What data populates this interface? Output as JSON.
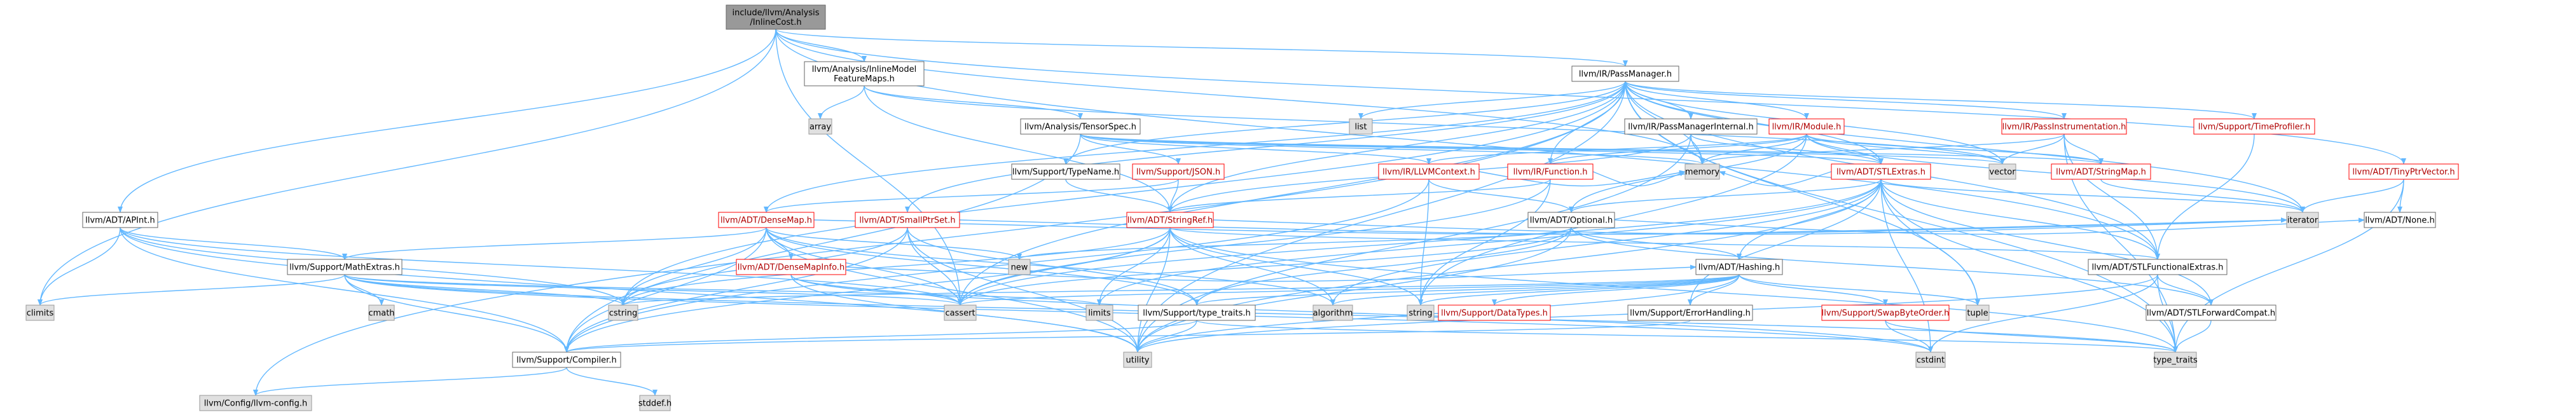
{
  "colors": {
    "edge": "#63b8ff",
    "node_border": "#666666",
    "node_fill": "#ffffff",
    "system_fill": "#e0e0e0",
    "system_border": "#999999",
    "root_fill": "#999999",
    "root_border": "#666666",
    "incomplete_border": "#ff0000",
    "incomplete_text": "#b00000"
  },
  "nodes": [
    {
      "id": "root",
      "lines": [
        "include/llvm/Analysis",
        "/InlineCost.h"
      ],
      "kind": "root"
    },
    {
      "id": "ifm",
      "lines": [
        "llvm/Analysis/InlineModel",
        "FeatureMaps.h"
      ],
      "kind": "plain"
    },
    {
      "id": "pm",
      "lines": [
        "llvm/IR/PassManager.h"
      ],
      "kind": "plain"
    },
    {
      "id": "array",
      "lines": [
        "array"
      ],
      "kind": "system"
    },
    {
      "id": "tspec",
      "lines": [
        "llvm/Analysis/TensorSpec.h"
      ],
      "kind": "plain"
    },
    {
      "id": "list",
      "lines": [
        "list"
      ],
      "kind": "system"
    },
    {
      "id": "pmi",
      "lines": [
        "llvm/IR/PassManagerInternal.h"
      ],
      "kind": "plain"
    },
    {
      "id": "module",
      "lines": [
        "llvm/IR/Module.h"
      ],
      "kind": "red"
    },
    {
      "id": "passinst",
      "lines": [
        "llvm/IR/PassInstrumentation.h"
      ],
      "kind": "red"
    },
    {
      "id": "tprof",
      "lines": [
        "llvm/Support/TimeProfiler.h"
      ],
      "kind": "red"
    },
    {
      "id": "vector",
      "lines": [
        "vector"
      ],
      "kind": "system"
    },
    {
      "id": "stringmap",
      "lines": [
        "llvm/ADT/StringMap.h"
      ],
      "kind": "red"
    },
    {
      "id": "typename",
      "lines": [
        "llvm/Support/TypeName.h"
      ],
      "kind": "plain"
    },
    {
      "id": "json",
      "lines": [
        "llvm/Support/JSON.h"
      ],
      "kind": "red"
    },
    {
      "id": "llvmctx",
      "lines": [
        "llvm/IR/LLVMContext.h"
      ],
      "kind": "red"
    },
    {
      "id": "function",
      "lines": [
        "llvm/IR/Function.h"
      ],
      "kind": "red"
    },
    {
      "id": "stlextras",
      "lines": [
        "llvm/ADT/STLExtras.h"
      ],
      "kind": "red"
    },
    {
      "id": "memory",
      "lines": [
        "memory"
      ],
      "kind": "system"
    },
    {
      "id": "tinyptr",
      "lines": [
        "llvm/ADT/TinyPtrVector.h"
      ],
      "kind": "red"
    },
    {
      "id": "apint",
      "lines": [
        "llvm/ADT/APInt.h"
      ],
      "kind": "plain"
    },
    {
      "id": "densemap",
      "lines": [
        "llvm/ADT/DenseMap.h"
      ],
      "kind": "red"
    },
    {
      "id": "smallptrset",
      "lines": [
        "llvm/ADT/SmallPtrSet.h"
      ],
      "kind": "red"
    },
    {
      "id": "stringref",
      "lines": [
        "llvm/ADT/StringRef.h"
      ],
      "kind": "red"
    },
    {
      "id": "optional",
      "lines": [
        "llvm/ADT/Optional.h"
      ],
      "kind": "plain"
    },
    {
      "id": "iterator",
      "lines": [
        "iterator"
      ],
      "kind": "system"
    },
    {
      "id": "none",
      "lines": [
        "llvm/ADT/None.h"
      ],
      "kind": "plain"
    },
    {
      "id": "mathextras",
      "lines": [
        "llvm/Support/MathExtras.h"
      ],
      "kind": "plain"
    },
    {
      "id": "densemapinfo",
      "lines": [
        "llvm/ADT/DenseMapInfo.h"
      ],
      "kind": "red"
    },
    {
      "id": "new",
      "lines": [
        "new"
      ],
      "kind": "system"
    },
    {
      "id": "hashing",
      "lines": [
        "llvm/ADT/Hashing.h"
      ],
      "kind": "plain"
    },
    {
      "id": "stlfunc",
      "lines": [
        "llvm/ADT/STLFunctionalExtras.h"
      ],
      "kind": "plain"
    },
    {
      "id": "climits",
      "lines": [
        "climits"
      ],
      "kind": "system"
    },
    {
      "id": "cmath",
      "lines": [
        "cmath"
      ],
      "kind": "system"
    },
    {
      "id": "cstring",
      "lines": [
        "cstring"
      ],
      "kind": "system"
    },
    {
      "id": "cassert",
      "lines": [
        "cassert"
      ],
      "kind": "system"
    },
    {
      "id": "limits",
      "lines": [
        "limits"
      ],
      "kind": "system"
    },
    {
      "id": "typetraitsh",
      "lines": [
        "llvm/Support/type_traits.h"
      ],
      "kind": "plain"
    },
    {
      "id": "algorithm",
      "lines": [
        "algorithm"
      ],
      "kind": "system"
    },
    {
      "id": "string",
      "lines": [
        "string"
      ],
      "kind": "system"
    },
    {
      "id": "datatypes",
      "lines": [
        "llvm/Support/DataTypes.h"
      ],
      "kind": "red"
    },
    {
      "id": "errhandling",
      "lines": [
        "llvm/Support/ErrorHandling.h"
      ],
      "kind": "plain"
    },
    {
      "id": "swapbyte",
      "lines": [
        "llvm/Support/SwapByteOrder.h"
      ],
      "kind": "red"
    },
    {
      "id": "tuple",
      "lines": [
        "tuple"
      ],
      "kind": "system"
    },
    {
      "id": "stlforward",
      "lines": [
        "llvm/ADT/STLForwardCompat.h"
      ],
      "kind": "plain"
    },
    {
      "id": "compiler",
      "lines": [
        "llvm/Support/Compiler.h"
      ],
      "kind": "plain"
    },
    {
      "id": "utility",
      "lines": [
        "utility"
      ],
      "kind": "system"
    },
    {
      "id": "cstdint",
      "lines": [
        "cstdint"
      ],
      "kind": "system"
    },
    {
      "id": "typetraits",
      "lines": [
        "type_traits"
      ],
      "kind": "system"
    },
    {
      "id": "llvmconfig",
      "lines": [
        "llvm/Config/llvm-config.h"
      ],
      "kind": "system"
    },
    {
      "id": "stddef",
      "lines": [
        "stddef.h"
      ],
      "kind": "system"
    }
  ],
  "edges": [
    [
      "root",
      "ifm"
    ],
    [
      "root",
      "pm"
    ],
    [
      "root",
      "apint"
    ],
    [
      "root",
      "climits"
    ],
    [
      "root",
      "cassert"
    ],
    [
      "root",
      "memory"
    ],
    [
      "root",
      "tinyptr"
    ],
    [
      "root",
      "stlfunc"
    ],
    [
      "ifm",
      "array"
    ],
    [
      "ifm",
      "tspec"
    ],
    [
      "ifm",
      "vector"
    ],
    [
      "ifm",
      "stringref"
    ],
    [
      "pm",
      "list"
    ],
    [
      "pm",
      "pmi"
    ],
    [
      "pm",
      "module"
    ],
    [
      "pm",
      "passinst"
    ],
    [
      "pm",
      "tprof"
    ],
    [
      "pm",
      "vector"
    ],
    [
      "pm",
      "typename"
    ],
    [
      "pm",
      "function"
    ],
    [
      "pm",
      "stlextras"
    ],
    [
      "pm",
      "densemap"
    ],
    [
      "pm",
      "smallptrset"
    ],
    [
      "pm",
      "stringref"
    ],
    [
      "pm",
      "iterator"
    ],
    [
      "pm",
      "tuple"
    ],
    [
      "pm",
      "typetraits"
    ],
    [
      "pm",
      "cassert"
    ],
    [
      "pm",
      "cstring"
    ],
    [
      "pm",
      "memory"
    ],
    [
      "pm",
      "utility"
    ],
    [
      "pm",
      "llvmconfig"
    ],
    [
      "pm",
      "stlfunc"
    ],
    [
      "tspec",
      "json"
    ],
    [
      "tspec",
      "llvmctx"
    ],
    [
      "tspec",
      "stringmap"
    ],
    [
      "tspec",
      "memory"
    ],
    [
      "tspec",
      "vector"
    ],
    [
      "tspec",
      "stlextras"
    ],
    [
      "tspec",
      "compiler"
    ],
    [
      "pmi",
      "stlextras"
    ],
    [
      "pmi",
      "stringref"
    ],
    [
      "pmi",
      "memory"
    ],
    [
      "pmi",
      "utility"
    ],
    [
      "module",
      "stlextras"
    ],
    [
      "module",
      "stringmap"
    ],
    [
      "module",
      "llvmctx"
    ],
    [
      "module",
      "function"
    ],
    [
      "module",
      "optional"
    ],
    [
      "module",
      "memory"
    ],
    [
      "module",
      "vector"
    ],
    [
      "module",
      "string"
    ],
    [
      "module",
      "iterator"
    ],
    [
      "module",
      "cstddef_skip"
    ],
    [
      "passinst",
      "stringmap"
    ],
    [
      "passinst",
      "vector"
    ],
    [
      "passinst",
      "typetraits"
    ],
    [
      "passinst",
      "stlfunc"
    ],
    [
      "passinst",
      "memory"
    ],
    [
      "tprof",
      "stlfunc"
    ],
    [
      "stringmap",
      "iterator"
    ],
    [
      "typename",
      "stringref"
    ],
    [
      "json",
      "stringref"
    ],
    [
      "json",
      "densemap"
    ],
    [
      "json",
      "cmath_skip"
    ],
    [
      "llvmctx",
      "memory"
    ],
    [
      "llvmctx",
      "string"
    ],
    [
      "llvmctx",
      "compiler"
    ],
    [
      "llvmctx",
      "optional"
    ],
    [
      "function",
      "stringref"
    ],
    [
      "function",
      "memory"
    ],
    [
      "function",
      "cassert"
    ],
    [
      "function",
      "string"
    ],
    [
      "stlextras",
      "optional"
    ],
    [
      "stlextras",
      "stlfunc"
    ],
    [
      "stlextras",
      "stlforward"
    ],
    [
      "stlextras",
      "hashing"
    ],
    [
      "stlextras",
      "iterator"
    ],
    [
      "stlextras",
      "algorithm"
    ],
    [
      "stlextras",
      "cassert"
    ],
    [
      "stlextras",
      "cstdint"
    ],
    [
      "stlextras",
      "limits"
    ],
    [
      "stlextras",
      "tuple"
    ],
    [
      "stlextras",
      "type_traits_skip"
    ],
    [
      "stlextras",
      "utility"
    ],
    [
      "stlextras",
      "typetraits"
    ],
    [
      "stlextras",
      "memory"
    ],
    [
      "stlextras",
      "errhandling"
    ],
    [
      "tinyptr",
      "none"
    ],
    [
      "tinyptr",
      "iterator"
    ],
    [
      "tinyptr",
      "typetraits"
    ],
    [
      "apint",
      "mathextras"
    ],
    [
      "apint",
      "compiler"
    ],
    [
      "apint",
      "cassert"
    ],
    [
      "apint",
      "climits"
    ],
    [
      "apint",
      "cstring"
    ],
    [
      "apint",
      "utility"
    ],
    [
      "densemap",
      "densemapinfo"
    ],
    [
      "densemap",
      "mathextras"
    ],
    [
      "densemap",
      "compiler"
    ],
    [
      "densemap",
      "algorithm"
    ],
    [
      "densemap",
      "cassert"
    ],
    [
      "densemap",
      "cstring"
    ],
    [
      "densemap",
      "iterator"
    ],
    [
      "densemap",
      "new"
    ],
    [
      "densemap",
      "utility"
    ],
    [
      "densemap",
      "typetraitsh"
    ],
    [
      "smallptrset",
      "compiler"
    ],
    [
      "smallptrset",
      "typetraitsh"
    ],
    [
      "smallptrset",
      "cassert"
    ],
    [
      "smallptrset",
      "cstring"
    ],
    [
      "smallptrset",
      "iterator"
    ],
    [
      "smallptrset",
      "utility"
    ],
    [
      "stringref",
      "stlfunc"
    ],
    [
      "stringref",
      "compiler"
    ],
    [
      "stringref",
      "algorithm"
    ],
    [
      "stringref",
      "cassert"
    ],
    [
      "stringref",
      "cstring"
    ],
    [
      "stringref",
      "limits"
    ],
    [
      "stringref",
      "string"
    ],
    [
      "stringref",
      "typetraits"
    ],
    [
      "stringref",
      "utility"
    ],
    [
      "stringref",
      "iterator"
    ],
    [
      "optional",
      "hashing"
    ],
    [
      "optional",
      "none"
    ],
    [
      "optional",
      "stlforward"
    ],
    [
      "optional",
      "typetraitsh"
    ],
    [
      "optional",
      "cassert"
    ],
    [
      "optional",
      "new"
    ],
    [
      "optional",
      "utility"
    ],
    [
      "mathextras",
      "compiler"
    ],
    [
      "mathextras",
      "cassert"
    ],
    [
      "mathextras",
      "climits"
    ],
    [
      "mathextras",
      "cmath"
    ],
    [
      "mathextras",
      "cstdint"
    ],
    [
      "mathextras",
      "cstring"
    ],
    [
      "mathextras",
      "limits"
    ],
    [
      "mathextras",
      "typetraits"
    ],
    [
      "densemapinfo",
      "hashing"
    ],
    [
      "densemapinfo",
      "cassert"
    ],
    [
      "densemapinfo",
      "cstdint"
    ],
    [
      "densemapinfo",
      "utility"
    ],
    [
      "hashing",
      "datatypes"
    ],
    [
      "hashing",
      "errhandling"
    ],
    [
      "hashing",
      "swapbyte"
    ],
    [
      "hashing",
      "typetraitsh"
    ],
    [
      "hashing",
      "algorithm"
    ],
    [
      "hashing",
      "cassert"
    ],
    [
      "hashing",
      "cstring"
    ],
    [
      "hashing",
      "string"
    ],
    [
      "hashing",
      "tuple"
    ],
    [
      "hashing",
      "utility"
    ],
    [
      "stlfunc",
      "stlforward"
    ],
    [
      "stlfunc",
      "typetraits"
    ],
    [
      "stlfunc",
      "utility"
    ],
    [
      "stlfunc",
      "cstdint"
    ],
    [
      "typetraitsh",
      "compiler"
    ],
    [
      "typetraitsh",
      "typetraits"
    ],
    [
      "typetraitsh",
      "utility"
    ],
    [
      "errhandling",
      "compiler"
    ],
    [
      "swapbyte",
      "cstdint"
    ],
    [
      "swapbyte",
      "typetraits"
    ],
    [
      "stlforward",
      "typetraits"
    ],
    [
      "compiler",
      "llvmconfig"
    ],
    [
      "compiler",
      "stddef"
    ]
  ]
}
